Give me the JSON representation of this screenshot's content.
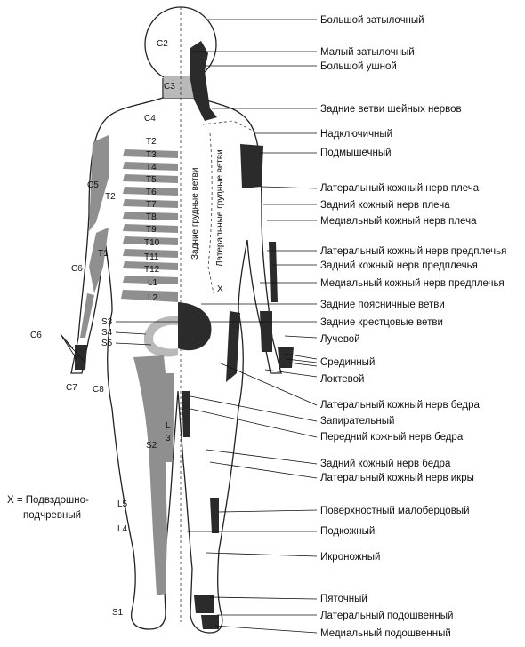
{
  "labels": [
    "Большой затылочный",
    "Малый затылочный",
    "Большой ушной",
    "Задние ветви шейных нервов",
    "Надключичный",
    "Подмышечный",
    "Латеральный кожный нерв плеча",
    "Задний кожный нерв плеча",
    "Медиальный кожный нерв плеча",
    "Латеральный кожный нерв предплечья",
    "Задний кожный нерв предплечья",
    "Медиальный кожный нерв предплечья",
    "Задние поясничные ветви",
    "Задние крестцовые ветви",
    "Лучевой",
    "Срединный",
    "Локтевой",
    "Латеральный кожный нерв бедра",
    "Запирательный",
    "Передний кожный нерв бедра",
    "Задний кожный нерв бедра",
    "Латеральный кожный нерв икры",
    "Поверхностный малоберцовый",
    "Подкожный",
    "Икроножный",
    "Пяточный",
    "Латеральный подошвенный",
    "Медиальный подошвенный"
  ],
  "segments": {
    "c2": "C2",
    "c3": "C3",
    "c4": "C4",
    "t2": "T2",
    "t3": "T3",
    "t4": "T4",
    "t5": "T5",
    "t6": "T6",
    "t7": "T7",
    "t8": "T8",
    "t9": "T9",
    "t10": "T10",
    "t11": "T11",
    "t12": "T12",
    "l1": "L1",
    "l2": "L2",
    "c5": "C5",
    "t2_arm": "T2",
    "t1": "T1",
    "c6_arm": "C6",
    "c6_hand": "C6",
    "c7": "C7",
    "c8": "C8",
    "s3": "S3",
    "s4": "S4",
    "s5": "S5",
    "s2": "S2",
    "l3_a": "L",
    "l3_b": "3",
    "l5": "L5",
    "l4": "L4",
    "s1": "S1",
    "x": "X"
  },
  "vertical_text": {
    "posterior_thoracic": "Задние грудные ветви",
    "lateral_thoracic": "Латеральные грудные ветви"
  },
  "legend": {
    "line1": "X = Подвздошно-",
    "line2": "подчревный"
  }
}
